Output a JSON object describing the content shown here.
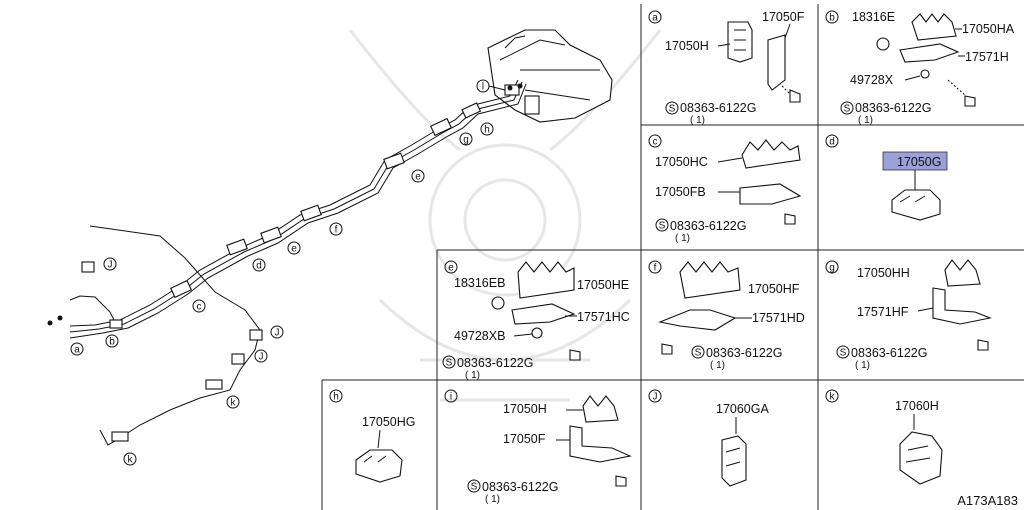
{
  "reference": "A173A183",
  "callouts": {
    "a": "a",
    "b": "b",
    "c": "c",
    "d": "d",
    "e": "e",
    "f": "f",
    "g": "g",
    "h": "h",
    "i": "i",
    "j": "J",
    "k": "k",
    "l": "l"
  },
  "panels": {
    "a": {
      "letter": "a",
      "parts": [
        "17050F",
        "17050H"
      ],
      "bolt": "08363-6122G",
      "qty": "( 1)"
    },
    "b": {
      "letter": "b",
      "parts": [
        "18316E",
        "17050HA",
        "17571H",
        "49728X"
      ],
      "bolt": "08363-6122G",
      "qty": "( 1)"
    },
    "c": {
      "letter": "c",
      "parts": [
        "17050HC",
        "17050FB"
      ],
      "bolt": "08363-6122G",
      "qty": "( 1)"
    },
    "d": {
      "letter": "d",
      "parts": [
        "17050G"
      ],
      "highlight_color": "#9aa0d8"
    },
    "e": {
      "letter": "e",
      "parts": [
        "18316EB",
        "17050HE",
        "17571HC",
        "49728XB"
      ],
      "bolt": "08363-6122G",
      "qty": "( 1)"
    },
    "f": {
      "letter": "f",
      "parts": [
        "17050HF",
        "17571HD"
      ],
      "bolt": "08363-6122G",
      "qty": "( 1)"
    },
    "g": {
      "letter": "g",
      "parts": [
        "17050HH",
        "17571HF"
      ],
      "bolt": "08363-6122G",
      "qty": "( 1)"
    },
    "h": {
      "letter": "h",
      "parts": [
        "17050HG"
      ]
    },
    "i": {
      "letter": "i",
      "parts": [
        "17050H",
        "17050F"
      ],
      "bolt": "08363-6122G",
      "qty": "( 1)"
    },
    "j": {
      "letter": "J",
      "parts": [
        "17060GA"
      ]
    },
    "k": {
      "letter": "k",
      "parts": [
        "17060H"
      ]
    }
  },
  "symbols": {
    "screw": "S"
  }
}
